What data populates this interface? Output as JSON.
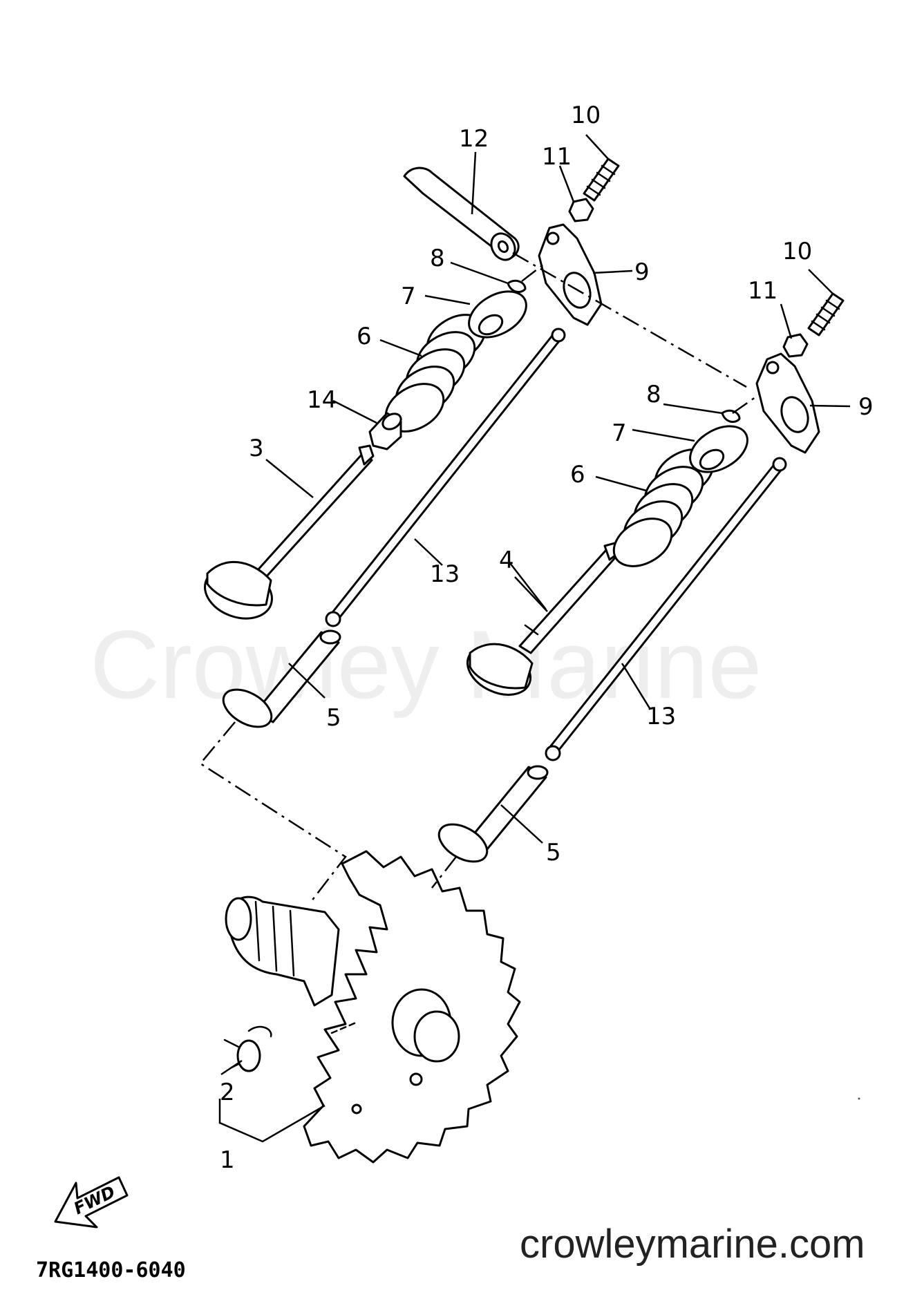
{
  "watermark": "Crowley Marine",
  "website": "crowleymarine.com",
  "part_number": "7RG1400-6040",
  "fwd_label": "FWD",
  "callouts": {
    "c1": "1",
    "c2": "2",
    "c3": "3",
    "c4": "4",
    "c5a": "5",
    "c5b": "5",
    "c6a": "6",
    "c6b": "6",
    "c7a": "7",
    "c7b": "7",
    "c8a": "8",
    "c8b": "8",
    "c9a": "9",
    "c9b": "9",
    "c10a": "10",
    "c10b": "10",
    "c11a": "11",
    "c11b": "11",
    "c12": "12",
    "c13a": "13",
    "c13b": "13",
    "c14": "14"
  },
  "icons": [
    "fwd-arrow-icon"
  ]
}
